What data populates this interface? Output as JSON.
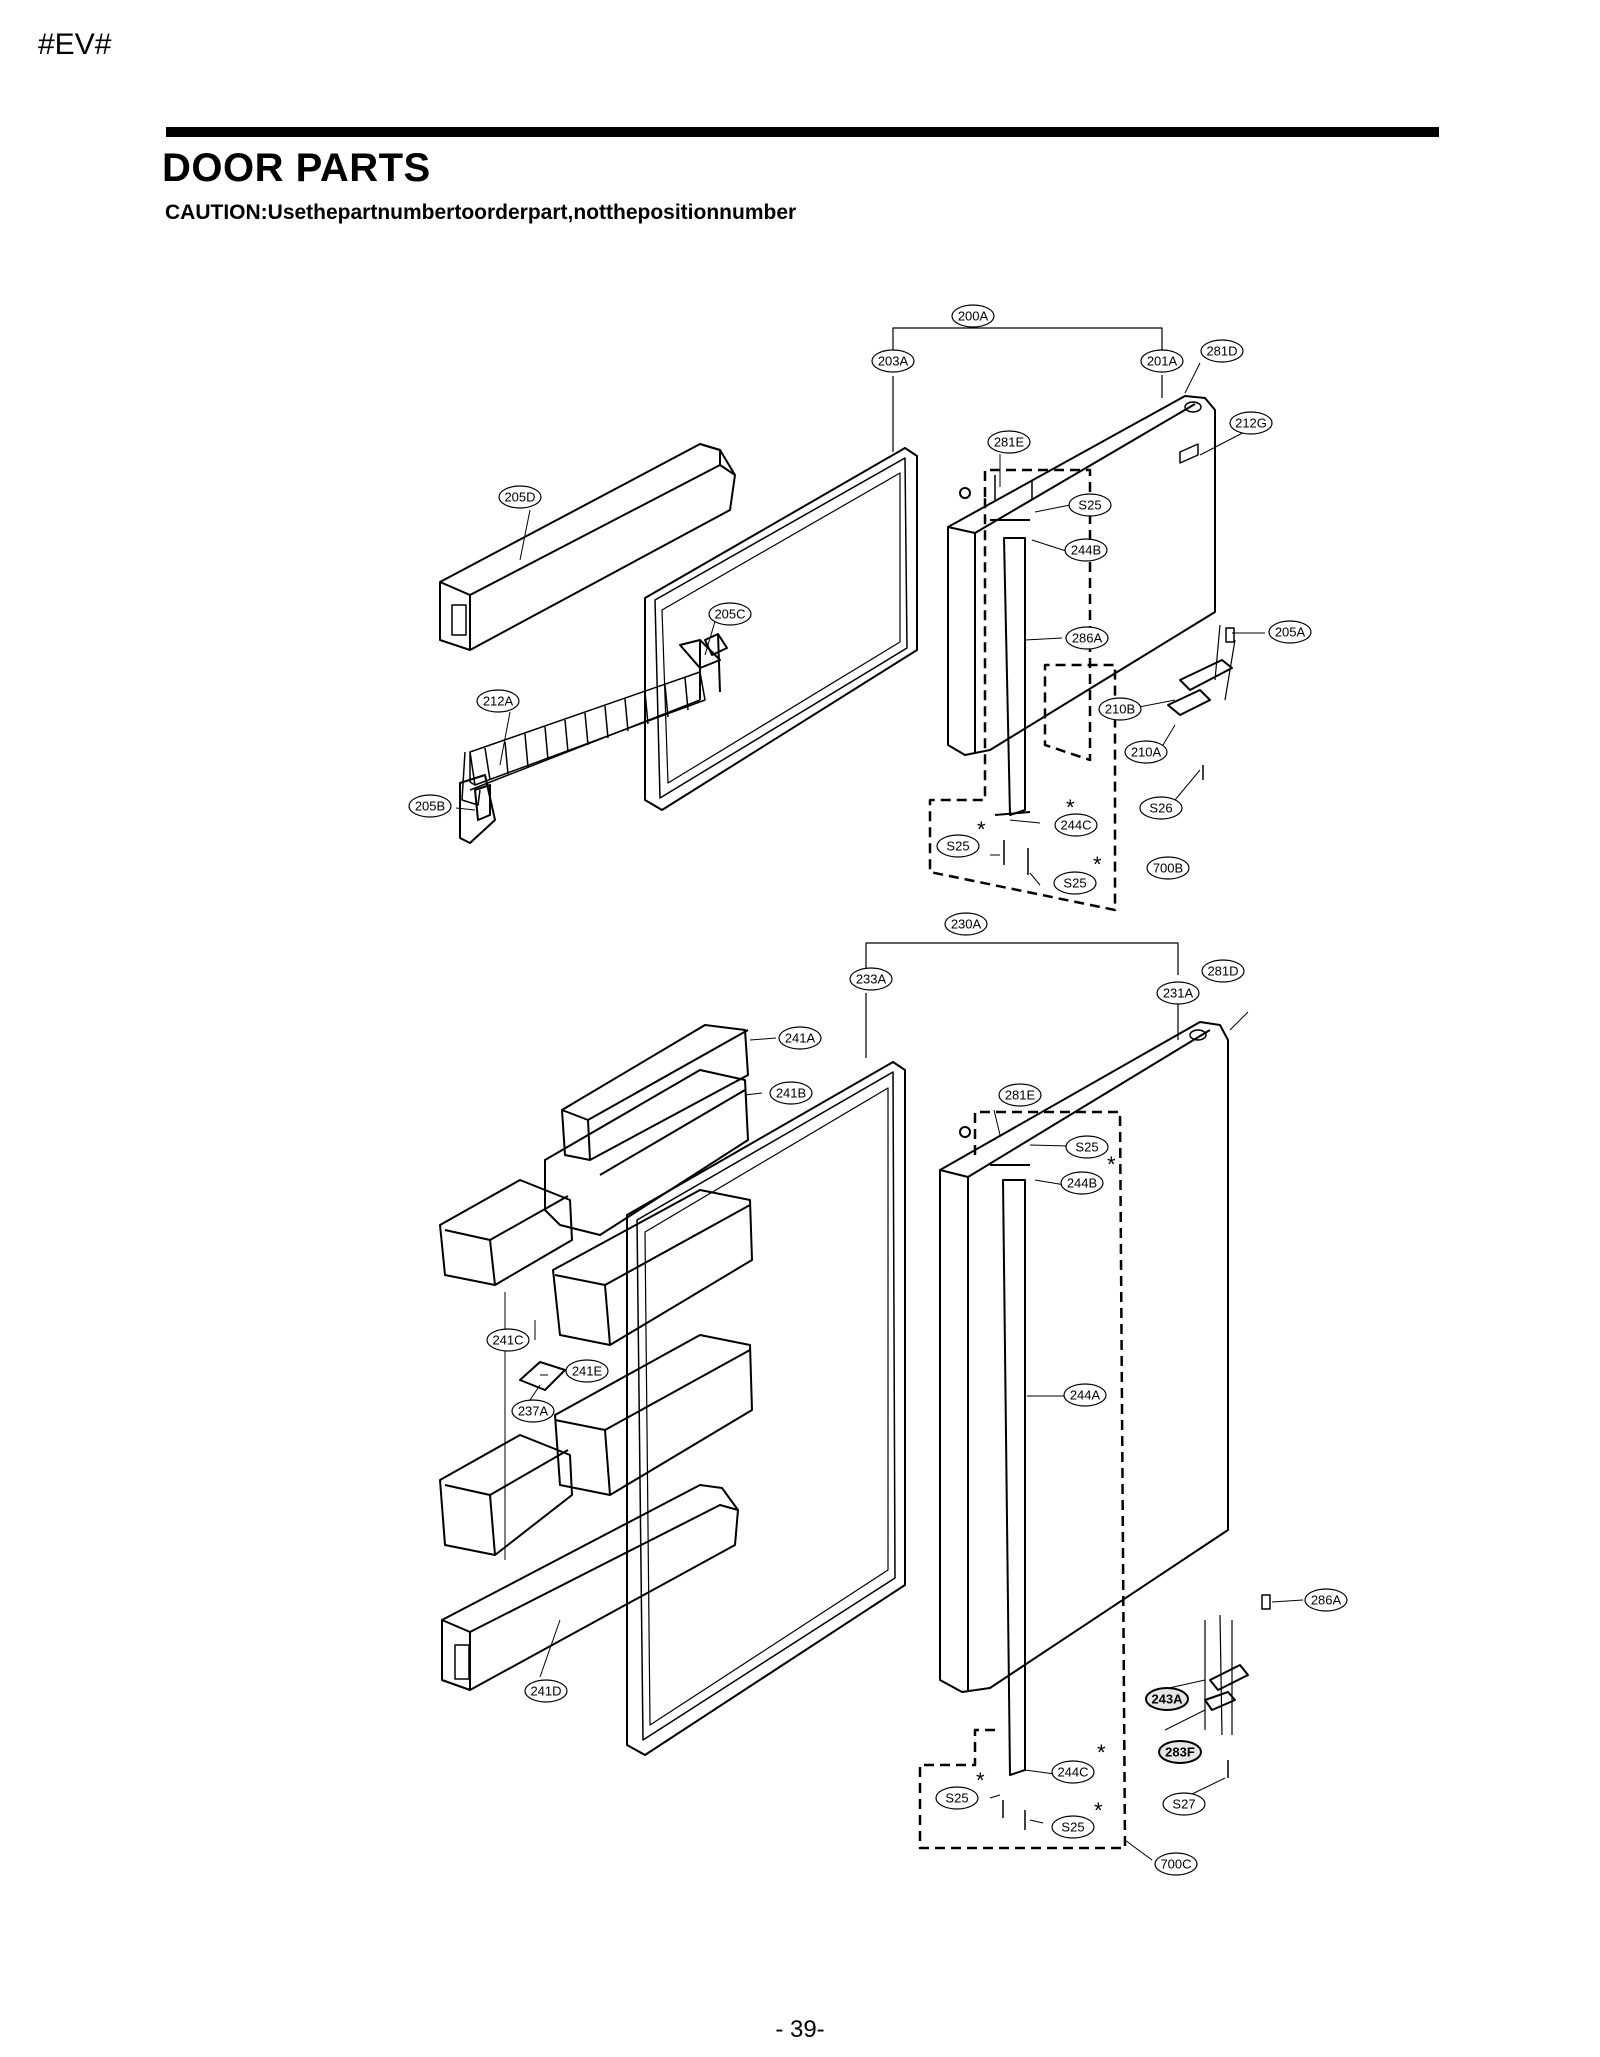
{
  "doc_code": "#EV#",
  "title": "DOOR PARTS",
  "caution": "CAUTION:Usethepartnumbertoorderpart,notthepositionnumber",
  "page_number": "-  39-",
  "upper_door": {
    "labels": [
      "200A",
      "203A",
      "201A",
      "281D",
      "212G",
      "281E",
      "S25",
      "244B",
      "205D",
      "205C",
      "212A",
      "286A",
      "205A",
      "210B",
      "210A",
      "205B",
      "S26",
      "244C",
      "S25",
      "S25",
      "700B"
    ]
  },
  "lower_door": {
    "labels": [
      "230A",
      "233A",
      "231A",
      "281D",
      "241A",
      "241B",
      "281E",
      "S25",
      "244B",
      "241C",
      "241E",
      "237A",
      "244A",
      "286A",
      "243A",
      "283F",
      "244C",
      "S25",
      "S27",
      "S25",
      "241D",
      "700C"
    ]
  }
}
